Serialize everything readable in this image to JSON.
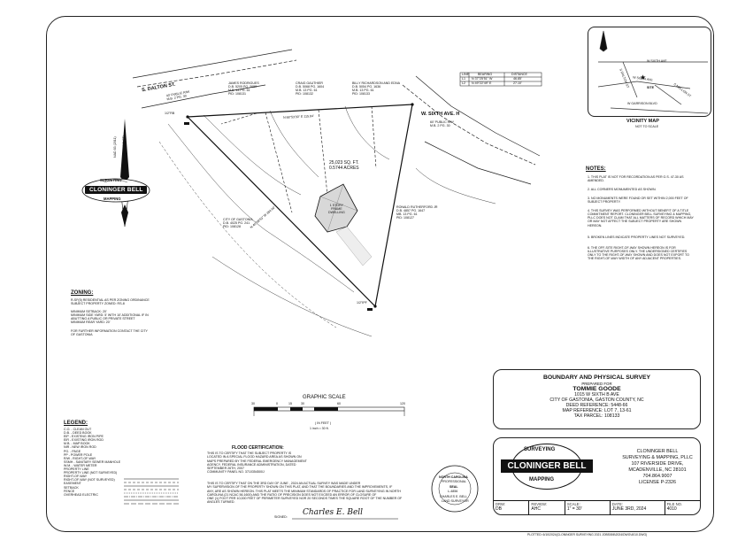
{
  "vicinity_map": {
    "title": "VICINITY MAP",
    "subtitle": "NOT TO SCALE",
    "streets": [
      "W SIXTH AVE",
      "W SIXTH AVE",
      "S DALTON ST",
      "S MELLON ST",
      "W GARRISON BLVD"
    ],
    "site_label": "SITE"
  },
  "line_table": {
    "headers": [
      "LINE",
      "BEARING",
      "DISTANCE"
    ],
    "rows": [
      [
        "L1",
        "N 37°25'51\" W",
        "46.85'"
      ],
      [
        "L2",
        "N 49°22'49\" E",
        "27.10'"
      ]
    ]
  },
  "north_arrow": {
    "lines": [
      "NAD 83 (2011)",
      "NC GRID (US FT)"
    ]
  },
  "plat": {
    "street_top": "S. DALTON ST.",
    "street_top_rw": "40' PUBLIC R/W\nM.B. 2 PG. 30",
    "street_right": "W. SIXTH AVE. H",
    "street_right_rw": "60' PUBLIC R/W\nM.B. 2 PG. 30",
    "area": "25,023 SQ. FT.\n0.5744 ACRES",
    "adjoiner_bottom": "CITY OF GASTONIA\nD.B. 4025 PG. 241\nPID: 108128",
    "adjoiner_right": "RONALD RUTHERFORD JR\nD.B. 4857 PG. 1647\nMB. 13 PG. 61\nPID: 108127",
    "adjoiner_top_1": "JAMES RODRIGUES\nD.B. 5205 PG. 2050\nM.B. 13 PG. 61\nPID: 108131",
    "adjoiner_top_2": "CRAIG GAUTHIER\nD.B. 5068 PG. 1604\nM.B. 13 PG. 61\nPID: 108132",
    "adjoiner_top_3": "BILLY RICHARDSON AND EDNA\nD.B. 5054 PG. 1636\nM.B. 13 PG. 61\nPID: 108133",
    "bearing_top": "N 88°53'30\" E 115.84'",
    "bearing_left": "N 40°38'53\" W 284.00'",
    "found_pin_1": "1/2\"RB",
    "found_pin_2": "1/2\"IPF",
    "house_label": "1 STORY\nFRAME\nDWELLING"
  },
  "notes": {
    "title": "NOTES:",
    "items": [
      "1. THIS PLAT IS NOT FOR RECORDATION AS PER G.S. 47-30 AS AMENDED.",
      "2. ALL CORNERS MONUMENTED AS SHOWN.",
      "3. NO MONUMENTS WERE FOUND OR SET WITHIN 2,000 FEET OF SUBJECT PROPERTY.",
      "4. THIS SURVEY WAS PERFORMED WITHOUT BENEFIT OF A TITLE COMMITMENT REPORT. CLONINGER BELL SURVEYING & MAPPING, PLLC DOES NOT CLAIM THAT ALL MATTERS OF RECORD WHICH MAY OR MAY NOT AFFECT THE SUBJECT PROPERTY ARE SHOWN HEREON.",
      "5. BROKEN LINES INDICATE PROPERTY LINES NOT SURVEYED.",
      "6. THE OFF-SITE RIGHT-OF-WAY SHOWN HEREON IS FOR ILLUSTRATIVE PURPOSES ONLY. THE UNDERSIGNED CERTIFIES ONLY TO THE RIGHT-OF-WAY SHOWN AND DOES NOT EXPORT TO THE RIGHT-OF-WAY WIDTH OF ANY ADJACENT PROPERTIES."
    ]
  },
  "zoning": {
    "title": "ZONING:",
    "lines": [
      "R-SF(5) RESIDENTIAL AS PER ZONING ORDINANCE",
      "SUBJECT PROPERTY ZONED: RS-8",
      "",
      "MINIMUM SETBACK: 20'",
      "MINIMUM SIDE YARD: 5' WITH 10' ADDITIONAL IF IN",
      "ABUTTING A PUBLIC OR PRIVATE STREET",
      "MINIMUM REAR YARD: 20'",
      "",
      "FOR FURTHER INFORMATION CONTACT THE CITY",
      "OF GASTONIA"
    ]
  },
  "legend": {
    "title": "LEGEND:",
    "items": [
      "C.O. - CLEAN OUT",
      "D.B. - DEED BOOK",
      "EIP - EXISTING IRON PIPE",
      "EIR - EXISTING IRON ROD",
      "M.B. - MAP BOOK",
      "NIR - NEW IRON ROD",
      "PG. - PAGE",
      "PP - POWER POLE",
      "R/W - RIGHT-OF-WAY",
      "SSMH - SANITARY SEWER MANHOLE",
      "W.M. - WATER METER",
      "PROPERTY LINE",
      "PROPERTY LINE (NOT SURVEYED)",
      "RIGHT-OF-WAY",
      "RIGHT-OF-WAY (NOT SURVEYED)",
      "EASEMENT",
      "SETBACK",
      "FENCE",
      "OVERHEAD ELECTRIC"
    ]
  },
  "graphic_scale": {
    "title": "GRAPHIC SCALE",
    "ticks": [
      "30",
      "0",
      "15",
      "30",
      "60",
      "120"
    ],
    "unit_line_1": "( IN FEET )",
    "unit_line_2": "1 inch = 30  ft."
  },
  "flood": {
    "title": "FLOOD CERTIFICATION:",
    "lines": [
      "THIS IS TO CERTIFY THAT THE SUBJECT PROPERTY   IS",
      "LOCATED IN A SPECIAL FLOOD HAZARD AREA AS SHOWN ON",
      "MAPS PREPARED BY THE FEDERAL EMERGENCY MANAGEMENT",
      "AGENCY, FEDERAL INSURANCE ADMINISTRATION, DATED",
      "SEPTEMBER 26TH, 2007",
      "COMMUNITY PANEL NO. 3710354500J"
    ]
  },
  "certification": {
    "lines": [
      "THIS IS TO CERTIFY THAT ON THE  3RD  DAY OF  JUNE  , 2024  AN ACTUAL SURVEY WAS MADE UNDER",
      "MY SUPERVISION OF THE PROPERTY SHOWN ON THIS PLAT, AND THAT THE BOUNDARIES AND THE IMPROVEMENTS, IF",
      "ANY, ARE AS SHOWN HEREON. THIS PLAT MEETS THE MINIMUM STANDARDS OF PRACTICE FOR LAND SURVEYING IN NORTH",
      "CAROLINA (21 NCAC 56.1600) AND THE RATIO OF PRECISION DOES NOT EXCEED AN ERROR OF CLOSURE OF",
      "ONE (1) FOOT PER 10,000 FEET OF PERIMETER SURVEYED NOR 20 SECONDS TIMES THE SQUARE ROOT OF THE NUMBER OF",
      "ANGLES TURNED."
    ],
    "signed_label": "SIGNED:",
    "signature": "Charles E. Bell"
  },
  "seal": {
    "lines": [
      "NORTH CAROLINA",
      "PROFESSIONAL",
      "SEAL",
      "L-4856",
      "CHARLES E. BELL",
      "LAND SURVEYOR"
    ]
  },
  "title_block": {
    "title": "BOUNDARY AND PHYSICAL SURVEY",
    "prepared_for": "PREPARED FOR",
    "client": "TOMMIE GOODE",
    "address": "1015 W SIXTH B AVE",
    "city": "CITY OF GASTONIA, GASTON COUNTY, NC",
    "deed": "DEED REFERENCE: 5448-66",
    "map": "MAP REFERENCE: LOT 7, 13-61",
    "parcel": "TAX PARCEL: 108133"
  },
  "company": {
    "logo_top": "SURVEYING",
    "logo_main": "CLONINGER BELL",
    "logo_bottom": "MAPPING",
    "name_1": "CLONINGER BELL",
    "name_2": "SURVEYING & MAPPING, PLLC",
    "street": "107 RIVERSIDE DRIVE,",
    "city": "MCADENVILLE, NC 28101",
    "phone": "704.864.9007",
    "license": "LICENSE P-2326"
  },
  "info_cells": [
    {
      "label": "DRW:",
      "value": "DB"
    },
    {
      "label": "REVIEW:",
      "value": "AHC"
    },
    {
      "label": "SCALE:",
      "value": "1\" = 30'"
    },
    {
      "label": "DATE:",
      "value": "JUNE 3RD, 2024"
    },
    {
      "label": "FILE NO.",
      "value": "4010"
    }
  ],
  "footer": "PLOTTED: 6/10/2024(CLONINGER SURVEYING 2021 JOBS\\8\\6\\2024\\DWG\\4010.DWG)",
  "colors": {
    "ink": "#111111",
    "sheet": "#ffffff",
    "hatch": "#555555"
  }
}
